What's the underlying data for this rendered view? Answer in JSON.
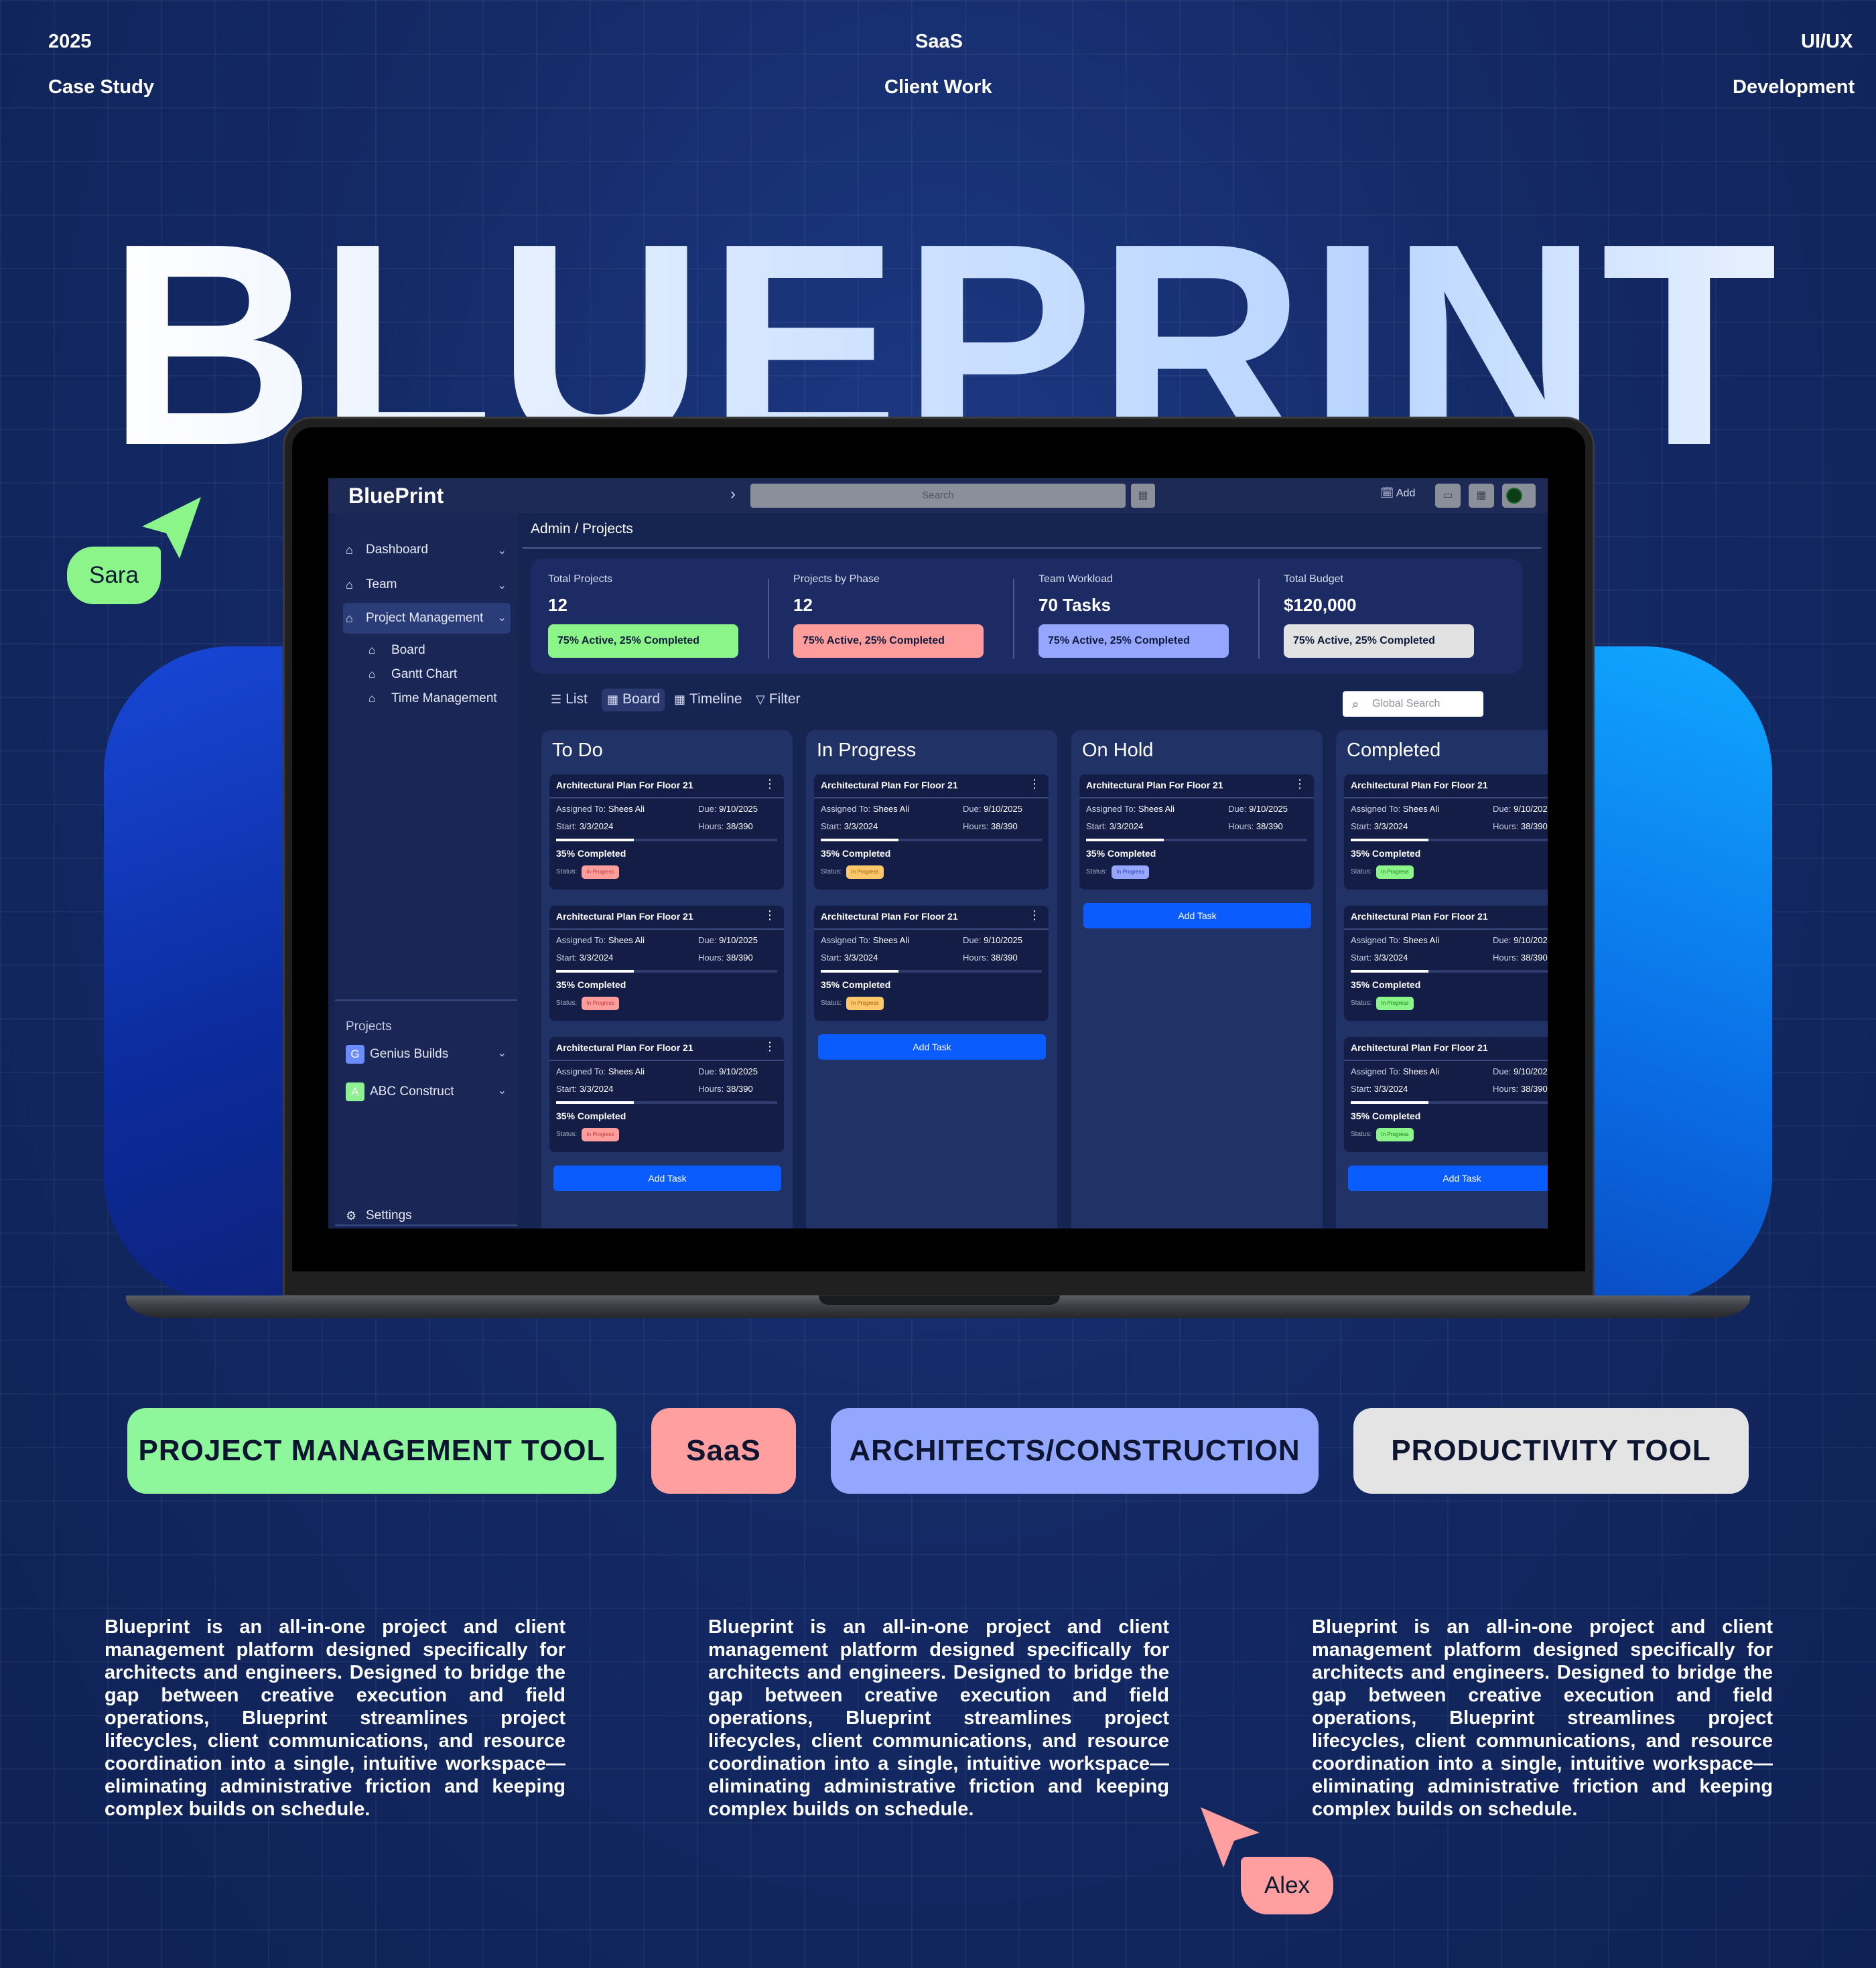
{
  "meta": {
    "year": "2025",
    "case_study": "Case Study",
    "category": "SaaS",
    "client_work": "Client Work",
    "discipline": "UI/UX",
    "development": "Development"
  },
  "hero_title": "BLUEPRINT",
  "cursors": {
    "sara": "Sara",
    "alex": "Alex"
  },
  "app": {
    "brand": "BluePrint",
    "search_placeholder": "Search",
    "add_label": "Add",
    "breadcrumb": "Admin / Projects",
    "sidebar": {
      "items": [
        {
          "label": "Dashboard",
          "icon": "home-icon"
        },
        {
          "label": "Team",
          "icon": "home-icon"
        },
        {
          "label": "Project Management",
          "icon": "home-icon"
        }
      ],
      "sub_items": [
        {
          "label": "Board",
          "icon": "home-icon"
        },
        {
          "label": "Gantt Chart",
          "icon": "home-icon"
        },
        {
          "label": "Time Management",
          "icon": "home-icon"
        }
      ],
      "projects_heading": "Projects",
      "projects": [
        {
          "initial": "G",
          "label": "Genius Builds",
          "color": "#6b8cff"
        },
        {
          "initial": "A",
          "label": "ABC Construct",
          "color": "#8ef08e"
        }
      ],
      "settings_label": "Settings"
    },
    "stats": [
      {
        "label": "Total Projects",
        "value": "12",
        "chip": "75% Active, 25% Completed",
        "chip_color": "#8cf58a"
      },
      {
        "label": "Projects by Phase",
        "value": "12",
        "chip": "75% Active, 25% Completed",
        "chip_color": "#ff9c9c"
      },
      {
        "label": "Team Workload",
        "value": "70 Tasks",
        "chip": "75% Active, 25% Completed",
        "chip_color": "#96a6ff"
      },
      {
        "label": "Total Budget",
        "value": "$120,000",
        "chip": "75% Active, 25% Completed",
        "chip_color": "#e2e2e2"
      }
    ],
    "views": {
      "list": "List",
      "board": "Board",
      "timeline": "Timeline",
      "filter": "Filter"
    },
    "global_search_placeholder": "Global Search",
    "card": {
      "title": "Architectural Plan For Floor 21",
      "assigned_label": "Assigned To:",
      "assigned_value": "Shees Ali",
      "due_label": "Due:",
      "due_value": "9/10/2025",
      "start_label": "Start:",
      "start_value": "3/3/2024",
      "hours_label": "Hours:",
      "hours_value": "38/390",
      "progress_text": "35% Completed",
      "progress": 0.35,
      "status_label": "Status:",
      "status_value": "In Progress"
    },
    "columns": [
      {
        "title": "To Do",
        "cards": 3,
        "status_color": "#ff9c9c",
        "status_text_color": "#c03c3c"
      },
      {
        "title": "In Progress",
        "cards": 2,
        "status_color": "#ffc76b",
        "status_text_color": "#9a5a00"
      },
      {
        "title": "On Hold",
        "cards": 1,
        "status_color": "#96a6ff",
        "status_text_color": "#2a3cb0"
      },
      {
        "title": "Completed",
        "cards": 3,
        "status_color": "#8cf58a",
        "status_text_color": "#1f7a1f"
      }
    ],
    "add_task_label": "Add Task"
  },
  "tags": [
    {
      "label": "PROJECT MANAGEMENT TOOL",
      "color": "#8ef79b"
    },
    {
      "label": "SaaS",
      "color": "#ff9f9f"
    },
    {
      "label": "ARCHITECTS/CONSTRUCTION",
      "color": "#93a7ff"
    },
    {
      "label": "PRODUCTIVITY TOOL",
      "color": "#e4e4e4"
    }
  ],
  "description": "Blueprint is an all-in-one project and client management platform designed specifically for architects and engineers. Designed to bridge the gap between creative execution and field operations, Blueprint streamlines project lifecycles, client communications, and resource coordination into a single, intuitive workspace—eliminating administrative friction and keeping complex builds on schedule.",
  "colors": {
    "background": "#14275c",
    "sara": "#8cf58a",
    "alex": "#ff9f9f",
    "accent_blue": "#0a5cff"
  }
}
